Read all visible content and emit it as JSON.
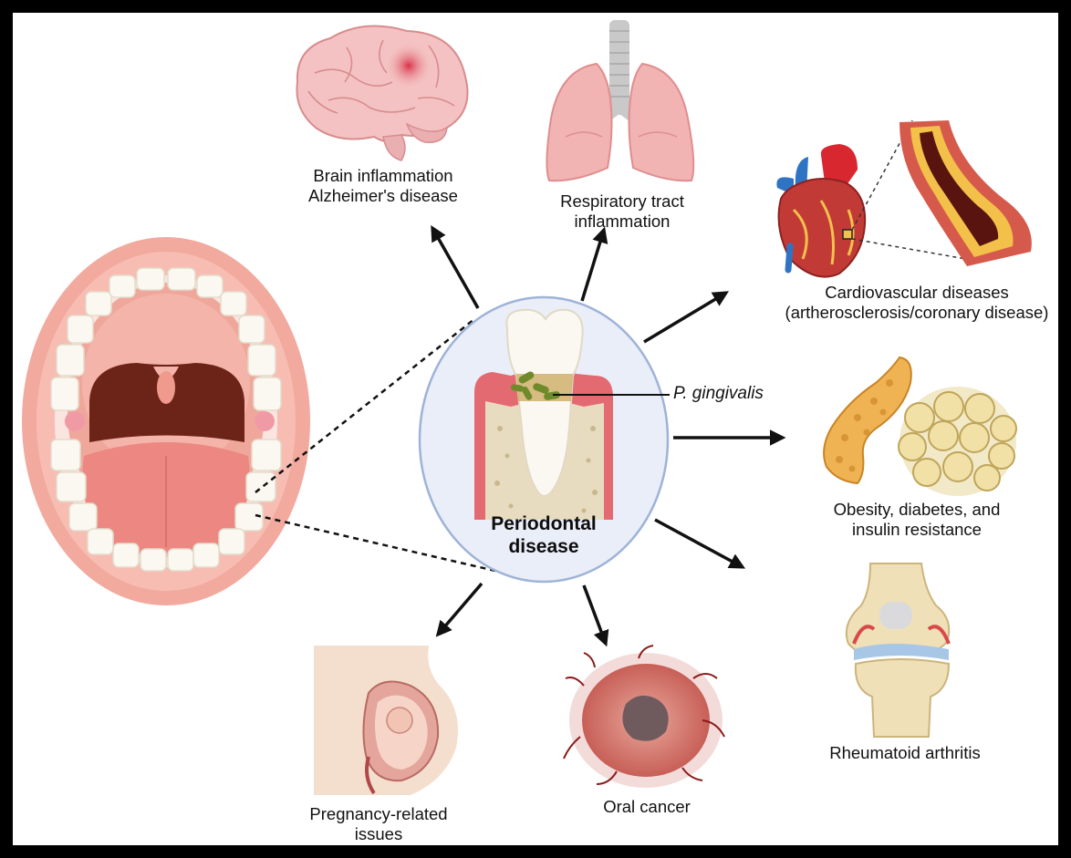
{
  "center": {
    "label_line1": "Periodontal",
    "label_line2": "disease",
    "pathogen": "P. gingivalis"
  },
  "outcomes": {
    "brain": {
      "line1": "Brain inflammation",
      "line2": "Alzheimer's disease",
      "icon": "brain-icon"
    },
    "respiratory": {
      "line1": "Respiratory tract",
      "line2": "inflammation",
      "icon": "lungs-icon"
    },
    "cardio": {
      "line1": "Cardiovascular diseases",
      "line2": "(artherosclerosis/coronary disease)",
      "icon": "heart-icon"
    },
    "metabolic": {
      "line1": "Obesity, diabetes, and",
      "line2": "insulin resistance",
      "icon": "pancreas-icon"
    },
    "arthritis": {
      "line1": "Rheumatoid arthritis",
      "icon": "knee-joint-icon"
    },
    "oral_cancer": {
      "line1": "Oral cancer",
      "icon": "tumor-icon"
    },
    "pregnancy": {
      "line1": "Pregnancy-related",
      "line2": "issues",
      "icon": "pregnancy-icon"
    }
  },
  "colors": {
    "frame": "#000000",
    "arrow": "#111111",
    "circle_fill": "#e9eef8",
    "circle_stroke": "#9fb3d8",
    "gum": "#e46a72",
    "bone": "#e8dcc0",
    "bacteria": "#6f8a2a"
  }
}
